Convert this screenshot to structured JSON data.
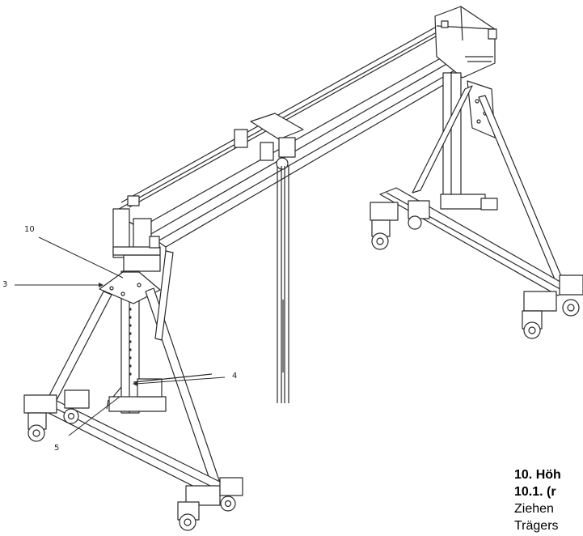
{
  "callouts": {
    "c10": "10",
    "c3": "3",
    "c4": "4",
    "c5": "5"
  },
  "text": {
    "heading1": "10. Höh",
    "heading2": "10.1. (r",
    "line1": "Ziehen",
    "line2": "Trägers"
  },
  "colors": {
    "line": "#2a2a2a",
    "background": "#ffffff"
  }
}
